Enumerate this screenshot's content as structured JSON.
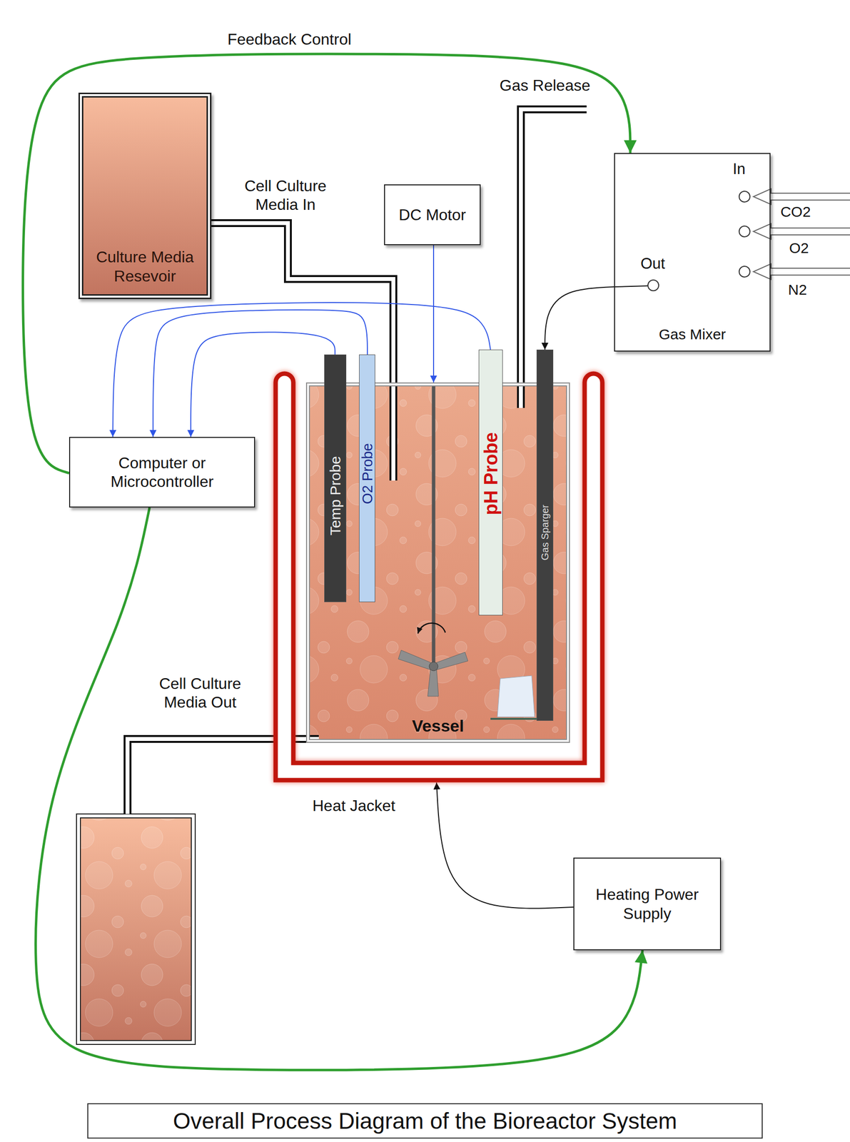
{
  "diagram": {
    "caption": "Overall Process Diagram of the Bioreactor System",
    "nodes": [
      {
        "text": [
          "Culture Media Resevoir"
        ]
      },
      {
        "text": [
          "DC Motor"
        ]
      },
      {
        "text": [
          "In",
          "Out",
          "Gas Mixer"
        ]
      },
      {
        "text": [
          "Computer or Microcontroller"
        ]
      },
      {
        "text": [
          "Heat Jacket"
        ]
      },
      {
        "text": [
          "Vessel"
        ],
        "in": 4
      },
      {
        "text": [
          "Temp Probe"
        ],
        "in": 5
      },
      {
        "text": [
          "O2 Probe"
        ],
        "in": 5
      },
      {
        "text": [
          "pH Probe"
        ],
        "in": 5
      },
      {
        "text": [
          "Gas Sparger"
        ],
        "in": 5
      },
      {
        "text": [
          "Heating Power Supply"
        ]
      }
    ],
    "edges": [
      {
        "from": 0,
        "to": 5,
        "arrow": "none",
        "label": "Cell Culture Media In"
      },
      {
        "from": 1,
        "to": 5,
        "arrow": "to"
      },
      {
        "from": 6,
        "to": 3,
        "arrow": "to"
      },
      {
        "from": 7,
        "to": 3,
        "arrow": "to"
      },
      {
        "from": 8,
        "to": 3,
        "arrow": "to"
      },
      {
        "from": 3,
        "to": 2,
        "arrow": "to",
        "label": "Feedback Control"
      },
      {
        "from": 3,
        "to": 10,
        "arrow": "to"
      },
      {
        "from": 2,
        "to": 9,
        "arrow": "to"
      },
      {
        "from": 10,
        "to": 4,
        "arrow": "to"
      }
    ],
    "labels": [
      "Gas Release",
      "CO2",
      "O2",
      "N2",
      "Cell Culture Media Out"
    ]
  }
}
